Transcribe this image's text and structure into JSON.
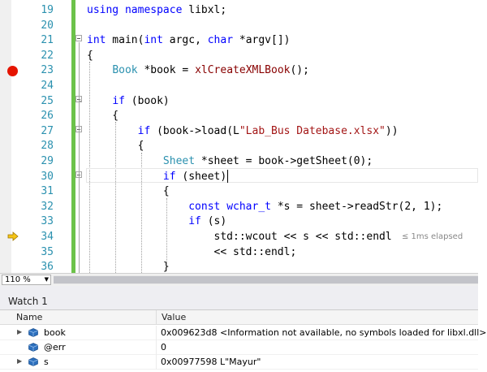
{
  "editor": {
    "lines": [
      {
        "num": "19",
        "tokens": [
          [
            "kw",
            "using"
          ],
          [
            "pl",
            " "
          ],
          [
            "kw",
            "namespace"
          ],
          [
            "pl",
            " libxl;"
          ]
        ]
      },
      {
        "num": "20",
        "tokens": []
      },
      {
        "num": "21",
        "tokens": [
          [
            "kw",
            "int"
          ],
          [
            "pl",
            " main("
          ],
          [
            "kw",
            "int"
          ],
          [
            "pl",
            " argc, "
          ],
          [
            "kw",
            "char"
          ],
          [
            "pl",
            " *argv[])"
          ]
        ]
      },
      {
        "num": "22",
        "tokens": [
          [
            "pl",
            "{"
          ]
        ]
      },
      {
        "num": "23",
        "tokens": [
          [
            "pl",
            "    "
          ],
          [
            "ty",
            "Book"
          ],
          [
            "pl",
            " *book = "
          ],
          [
            "fn",
            "xlCreateXMLBook"
          ],
          [
            "pl",
            "();"
          ]
        ]
      },
      {
        "num": "24",
        "tokens": []
      },
      {
        "num": "25",
        "tokens": [
          [
            "pl",
            "    "
          ],
          [
            "kw",
            "if"
          ],
          [
            "pl",
            " (book)"
          ]
        ]
      },
      {
        "num": "26",
        "tokens": [
          [
            "pl",
            "    {"
          ]
        ]
      },
      {
        "num": "27",
        "tokens": [
          [
            "pl",
            "        "
          ],
          [
            "kw",
            "if"
          ],
          [
            "pl",
            " (book->load(L"
          ],
          [
            "st",
            "\"Lab_Bus Datebase.xlsx\""
          ],
          [
            "pl",
            "))"
          ]
        ]
      },
      {
        "num": "28",
        "tokens": [
          [
            "pl",
            "        {"
          ]
        ]
      },
      {
        "num": "29",
        "tokens": [
          [
            "pl",
            "            "
          ],
          [
            "ty",
            "Sheet"
          ],
          [
            "pl",
            " *sheet = book->getSheet(0);"
          ]
        ]
      },
      {
        "num": "30",
        "tokens": [
          [
            "pl",
            "            "
          ],
          [
            "kw",
            "if"
          ],
          [
            "pl",
            " (sheet)"
          ]
        ]
      },
      {
        "num": "31",
        "tokens": [
          [
            "pl",
            "            {"
          ]
        ]
      },
      {
        "num": "32",
        "tokens": [
          [
            "pl",
            "                "
          ],
          [
            "kw",
            "const"
          ],
          [
            "pl",
            " "
          ],
          [
            "kw",
            "wchar_t"
          ],
          [
            "pl",
            " *s = sheet->readStr(2, 1);"
          ]
        ]
      },
      {
        "num": "33",
        "tokens": [
          [
            "pl",
            "                "
          ],
          [
            "kw",
            "if"
          ],
          [
            "pl",
            " (s)"
          ]
        ]
      },
      {
        "num": "34",
        "tokens": [
          [
            "pl",
            "                    std::wcout << s << std::endl"
          ]
        ]
      },
      {
        "num": "35",
        "tokens": [
          [
            "pl",
            "                    << std::endl;"
          ]
        ]
      },
      {
        "num": "36",
        "tokens": [
          [
            "pl",
            "            }"
          ]
        ]
      }
    ],
    "elapsed_tip": "≤ 1ms elapsed",
    "zoom": "110 %"
  },
  "watch": {
    "title": "Watch 1",
    "columns": {
      "name": "Name",
      "value": "Value"
    },
    "rows": [
      {
        "name": "book",
        "value": "0x009623d8 <Information not available, no symbols loaded for libxl.dll>",
        "expandable": true
      },
      {
        "name": "@err",
        "value": "0",
        "expandable": false
      },
      {
        "name": "s",
        "value": "0x00977598 L\"Mayur\"",
        "expandable": true
      }
    ]
  },
  "colors": {
    "keyword": "#0000ff",
    "type": "#2b91af",
    "string": "#a31515",
    "line_number": "#2b91af",
    "breakpoint": "#e51400",
    "change_bar": "#6cc24a",
    "next_statement": "#f5c518",
    "watch_icon": "#2c6fbd"
  },
  "icons": {
    "breakpoint": "breakpoint-icon",
    "next_statement": "next-statement-arrow-icon",
    "watch_variable": "variable-icon",
    "expand": "expand-triangle-icon",
    "zoom_dropdown": "chevron-down-icon"
  }
}
